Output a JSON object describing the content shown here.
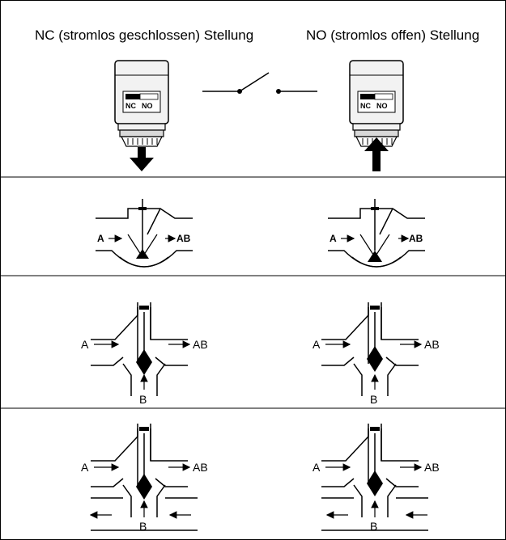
{
  "headings": {
    "nc": "NC (stromlos geschlossen) Stellung",
    "no": "NO (stromlos offen) Stellung"
  },
  "actuator": {
    "switch_left": "NC",
    "switch_right": "NO"
  },
  "ports": {
    "a": "A",
    "ab": "AB",
    "b": "B"
  },
  "colors": {
    "line": "#000000",
    "fill": "#ffffff",
    "actuator_gray": "#f2f2f2"
  }
}
